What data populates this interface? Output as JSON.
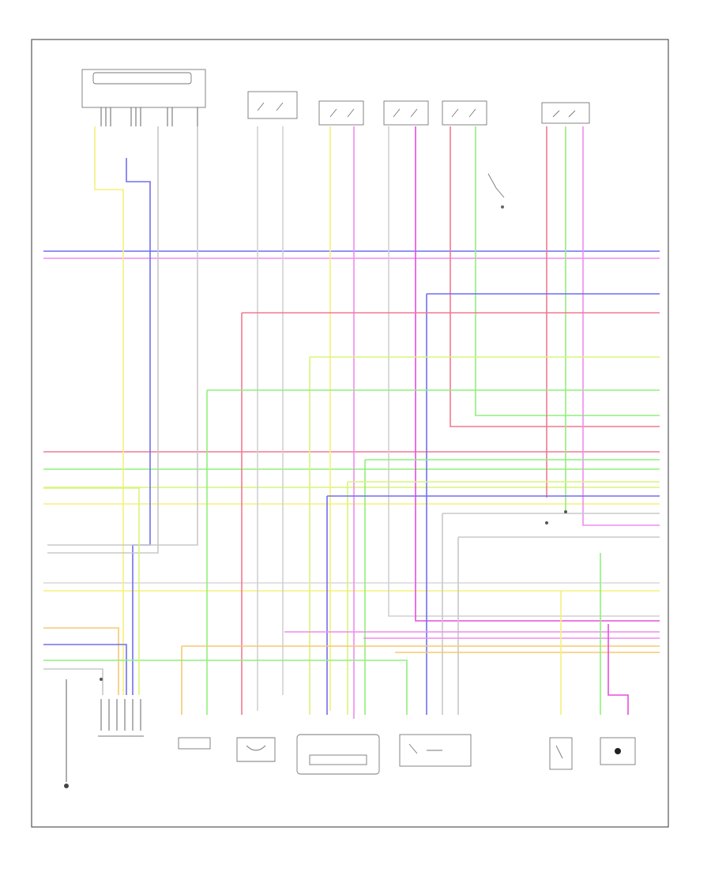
{
  "diagram": {
    "corner_label": "",
    "components": [
      {
        "id": "fuel-pump-connector",
        "label": "",
        "sub": [
          "",
          "",
          ""
        ]
      },
      {
        "id": "sw-a",
        "label": ""
      },
      {
        "id": "sw-b",
        "label": ""
      },
      {
        "id": "sw-c",
        "label": ""
      },
      {
        "id": "sw-d",
        "label": ""
      },
      {
        "id": "sw-e",
        "label": ""
      },
      {
        "id": "relay",
        "label": ""
      },
      {
        "id": "bottom-1",
        "label": ""
      },
      {
        "id": "bottom-2",
        "label": ""
      },
      {
        "id": "bottom-3",
        "label": ""
      },
      {
        "id": "bottom-4",
        "label": ""
      },
      {
        "id": "bottom-5",
        "label": ""
      },
      {
        "id": "bottom-6",
        "label": ""
      },
      {
        "id": "bottom-7",
        "label": ""
      },
      {
        "id": "bottom-8",
        "label": ""
      },
      {
        "id": "ground",
        "label": ""
      }
    ],
    "wire_colors": {
      "blue": "#6f6ff0",
      "pink": "#f08cf0",
      "red": "#f07a90",
      "green": "#8ff07a",
      "yellow": "#f5f07a",
      "orange": "#f5c870",
      "magenta": "#e84ce0",
      "gray": "#b8b8b8",
      "lime": "#b8f57a"
    }
  }
}
